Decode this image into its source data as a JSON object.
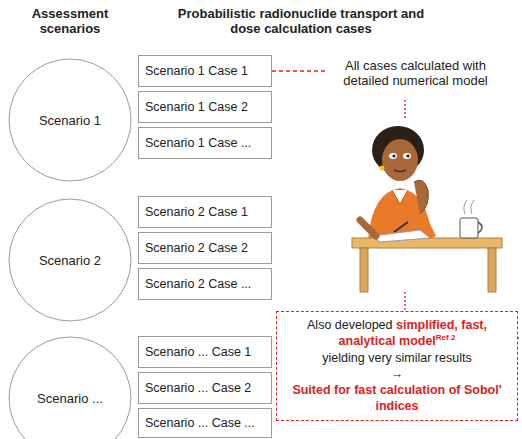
{
  "diagram": {
    "nodes": [
      {
        "text": [
          "Scenario 1"
        ]
      },
      {
        "text": [
          "Scenario 2"
        ]
      },
      {
        "text": [
          "Scenario ..."
        ]
      },
      {
        "text": [
          "Scenario 1 Case 1"
        ]
      },
      {
        "text": [
          "Scenario 1 Case 2"
        ]
      },
      {
        "text": [
          "Scenario 1 Case ..."
        ]
      },
      {
        "text": [
          "Scenario 2 Case 1"
        ]
      },
      {
        "text": [
          "Scenario 2 Case 2"
        ]
      },
      {
        "text": [
          "Scenario 2 Case ..."
        ]
      },
      {
        "text": [
          "Scenario ... Case 1"
        ]
      },
      {
        "text": [
          "Scenario ... Case 2"
        ]
      },
      {
        "text": [
          "Scenario ... Case ..."
        ]
      },
      {
        "text": [
          "Also developed",
          "simplified, fast, analytical model",
          "Ref 2",
          "yielding very similar results",
          "→",
          "Suited for fast calculation of Sobol' indices"
        ]
      }
    ],
    "labels": [
      "Assessment scenarios",
      "Probabilistic radionuclide transport and dose calculation cases",
      "All cases calculated with detailed numerical model"
    ]
  }
}
